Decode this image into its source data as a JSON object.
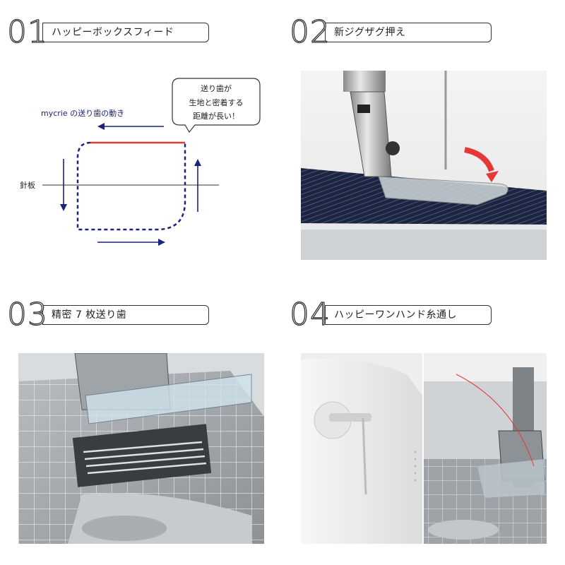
{
  "sections": [
    {
      "number": "01",
      "title": "ハッピーボックスフィード"
    },
    {
      "number": "02",
      "title": "新ジグザグ押え"
    },
    {
      "number": "03",
      "title": "精密 7 枚送り歯"
    },
    {
      "number": "04",
      "title": "ハッピーワンハンド糸通し"
    }
  ],
  "diagram": {
    "motion_label": "mycrie の送り歯の動き",
    "plate_label": "針板",
    "bubble_lines": [
      "送り歯が",
      "生地と密着する",
      "距離が長い！"
    ]
  },
  "colors": {
    "navy": "#1a237e",
    "red": "#e53935",
    "arrow_red": "#e53935"
  }
}
